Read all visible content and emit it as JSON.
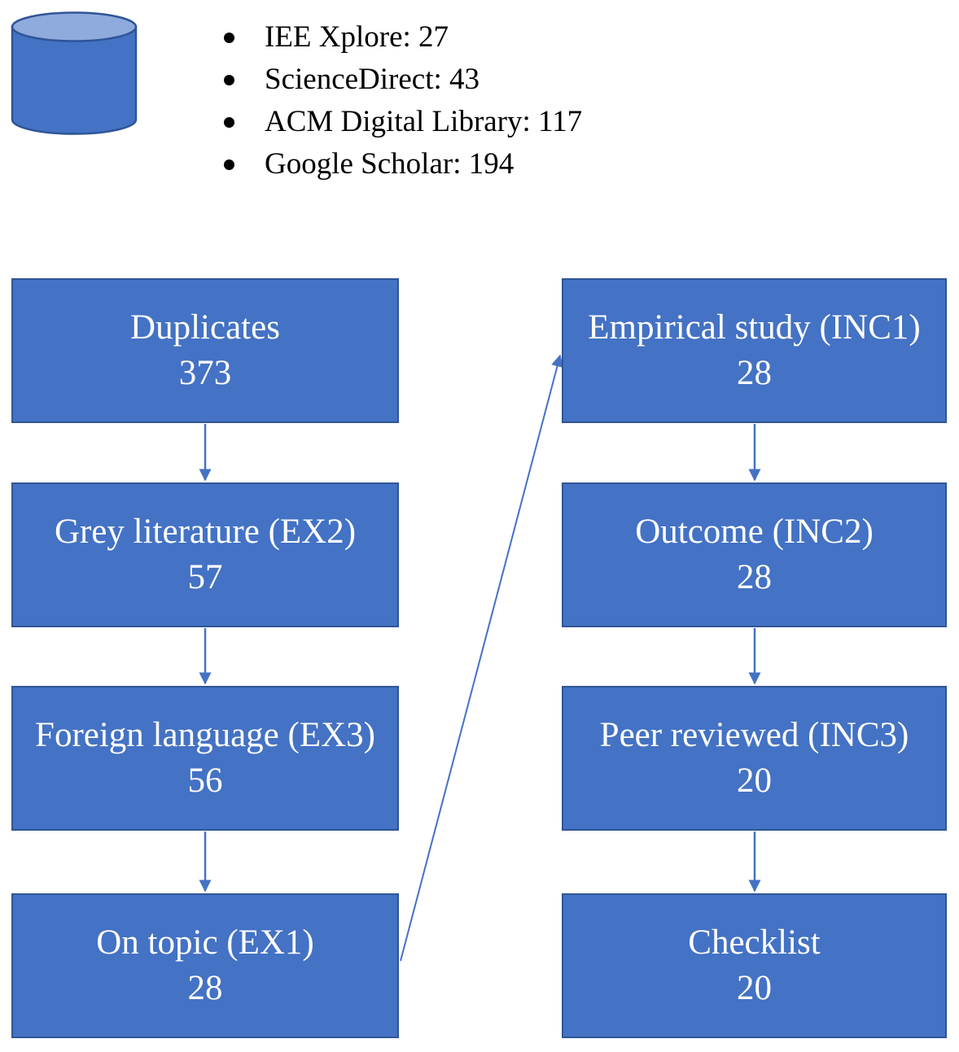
{
  "sources": {
    "icon": "database-cylinder-icon",
    "items": [
      {
        "label": "IEE Xplore",
        "count": "27",
        "text": "IEE Xplore: 27"
      },
      {
        "label": "ScienceDirect",
        "count": "43",
        "text": "ScienceDirect: 43"
      },
      {
        "label": "ACM Digital Library",
        "count": "117",
        "text": "ACM Digital Library: 117"
      },
      {
        "label": "Google Scholar",
        "count": "194",
        "text": "Google Scholar: 194"
      }
    ]
  },
  "flowchart": {
    "left_column": [
      {
        "label": "Duplicates",
        "count": "373"
      },
      {
        "label": "Grey literature (EX2)",
        "count": "57"
      },
      {
        "label": "Foreign language (EX3)",
        "count": "56"
      },
      {
        "label": "On topic (EX1)",
        "count": "28"
      }
    ],
    "right_column": [
      {
        "label": "Empirical study (INC1)",
        "count": "28"
      },
      {
        "label": "Outcome (INC2)",
        "count": "28"
      },
      {
        "label": "Peer reviewed (INC3)",
        "count": "20"
      },
      {
        "label": "Checklist",
        "count": "20"
      }
    ],
    "connections": [
      "Duplicates -> Grey literature (EX2)",
      "Grey literature (EX2) -> Foreign language (EX3)",
      "Foreign language (EX3) -> On topic (EX1)",
      "On topic (EX1) -> Empirical study (INC1)",
      "Empirical study (INC1) -> Outcome (INC2)",
      "Outcome (INC2) -> Peer reviewed (INC3)",
      "Peer reviewed (INC3) -> Checklist"
    ]
  },
  "colors": {
    "box_fill": "#4472C4",
    "box_border": "#2F5597",
    "cylinder_body": "#4472C4",
    "cylinder_top": "#8FAADC",
    "arrow": "#4472C4",
    "box_text": "#FFFFFF",
    "list_text": "#000000",
    "background": "#FFFFFF"
  }
}
